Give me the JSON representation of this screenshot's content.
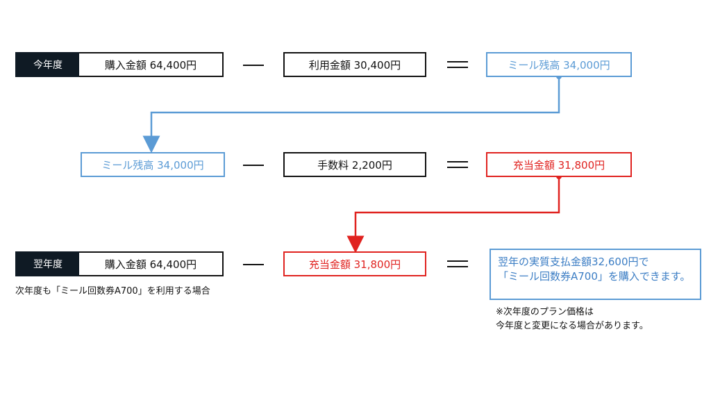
{
  "row1": {
    "tag": "今年度",
    "purchase": "購入金額  64,400円",
    "usage": "利用金額  30,400円",
    "balance": "ミール残高  34,000円"
  },
  "row2": {
    "balance": "ミール残高  34,000円",
    "fee": "手数料  2,200円",
    "charge": "充当金額  31,800円"
  },
  "row3": {
    "tag": "翌年度",
    "purchase": "購入金額  64,400円",
    "charge": "充当金額  31,800円",
    "result_line1": "翌年の実質支払金額32,600円で",
    "result_line2": "「ミール回数券A700」を購入できます。",
    "caption": "次年度も「ミール回数券A700」を利用する場合",
    "note_line1": "※次年度のプラン価格は",
    "note_line2": "今年度と変更になる場合があります。"
  },
  "colors": {
    "black": "#111111",
    "blue": "#5b9bd5",
    "red": "#e0221f",
    "tag_bg": "#0f1a24"
  }
}
